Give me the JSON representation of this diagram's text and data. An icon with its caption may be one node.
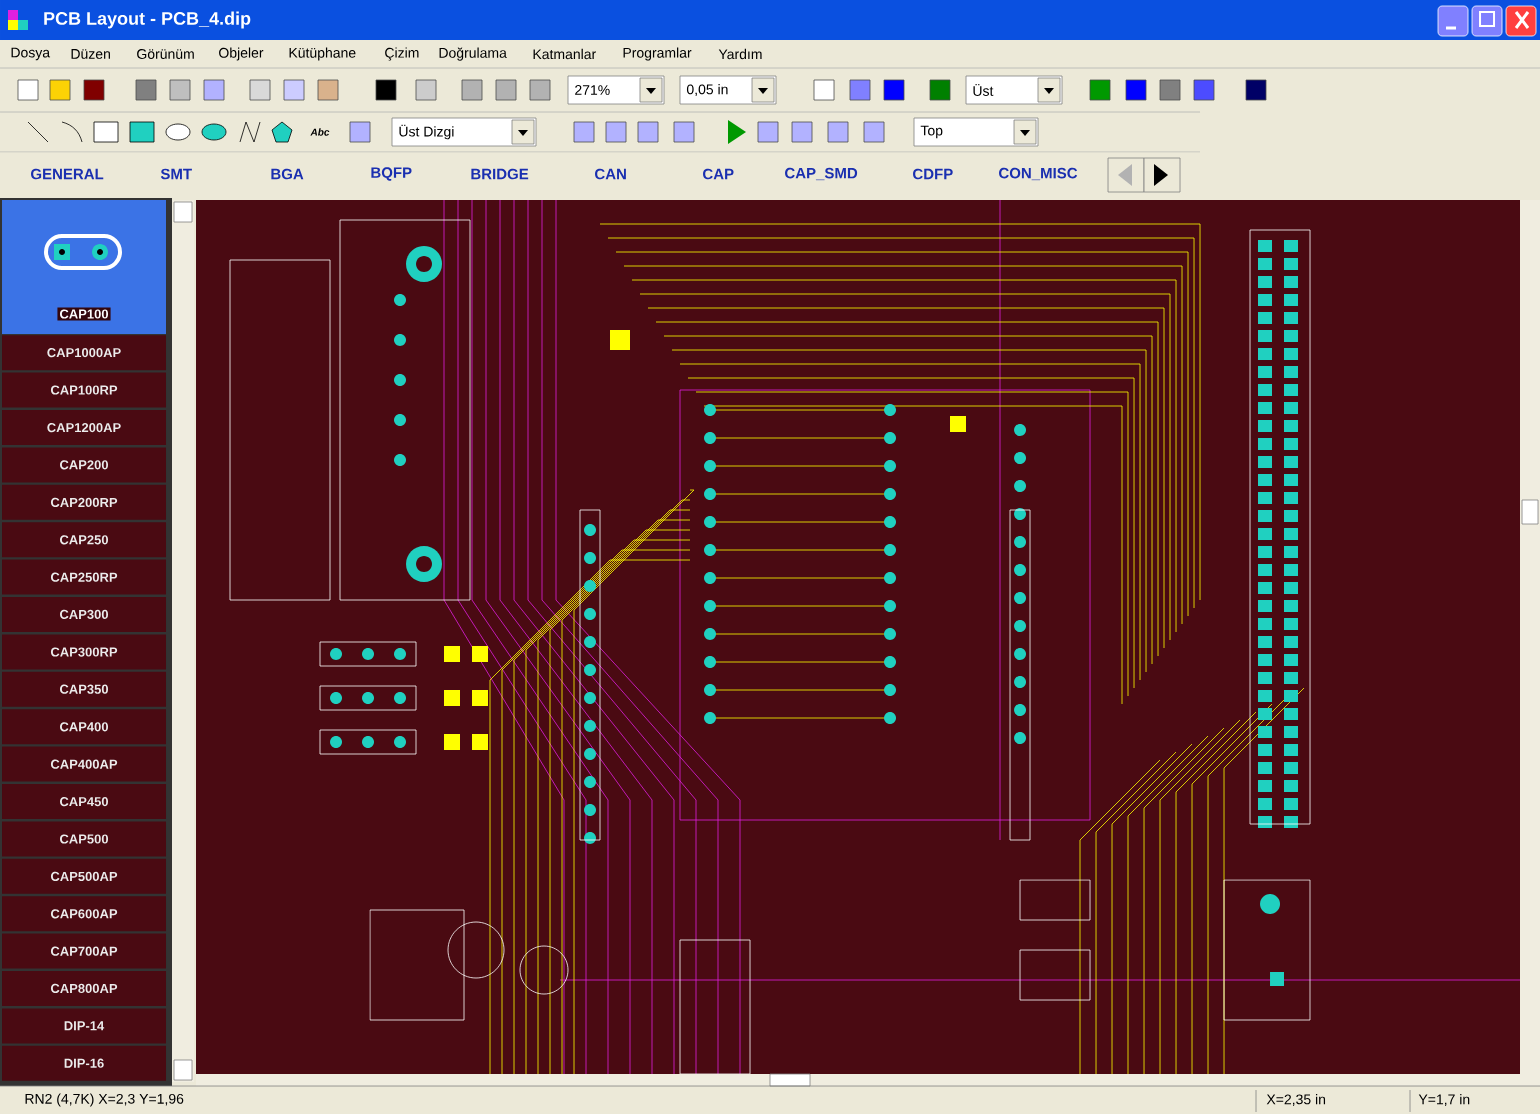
{
  "diagram": {
    "title": "PCB Layout - PCB_4.dip",
    "labels": [
      "Dosya",
      "Düzen",
      "Görünüm",
      "Objeler",
      "Kütüphane",
      "Çizim",
      "Doğrulama",
      "Katmanlar",
      "Programlar",
      "Yardım",
      "271%",
      "0,05 in",
      "Üst",
      "Abc",
      "Üst Dizgi",
      "Top",
      "GENERAL",
      "SMT",
      "BGA",
      "BQFP",
      "BRIDGE",
      "CAN",
      "CAP",
      "CAP_SMD",
      "CDFP",
      "CON_MISC",
      "CAP100",
      "CAP1000AP",
      "CAP100RP",
      "CAP1200AP",
      "CAP200",
      "CAP200RP",
      "CAP250",
      "CAP250RP",
      "CAP300",
      "CAP300RP",
      "CAP350",
      "CAP400",
      "CAP400AP",
      "CAP450",
      "CAP500",
      "CAP500AP",
      "CAP600AP",
      "CAP700AP",
      "CAP800AP",
      "DIP-14",
      "DIP-16",
      "RN2 (4,7K) X=2,3 Y=1,96",
      "X=2,35 in",
      "Y=1,7 in"
    ]
  }
}
